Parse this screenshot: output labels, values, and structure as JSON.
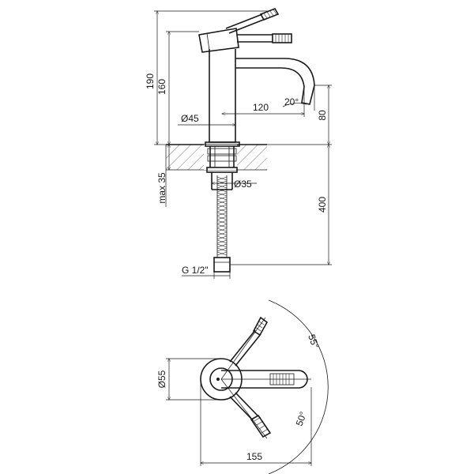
{
  "dimensions": {
    "total_height": "190",
    "body_height": "160",
    "base_diameter": "Ø45",
    "spout_reach": "120",
    "spout_angle": "20°",
    "spout_height": "80",
    "max_thickness": "max 35",
    "hole_diameter": "Ø35",
    "hose_length": "400",
    "connection": "G 1/2\"",
    "top_diameter": "Ø55",
    "rotation_top": "55°",
    "rotation_bottom": "50°",
    "overall_length": "155"
  }
}
